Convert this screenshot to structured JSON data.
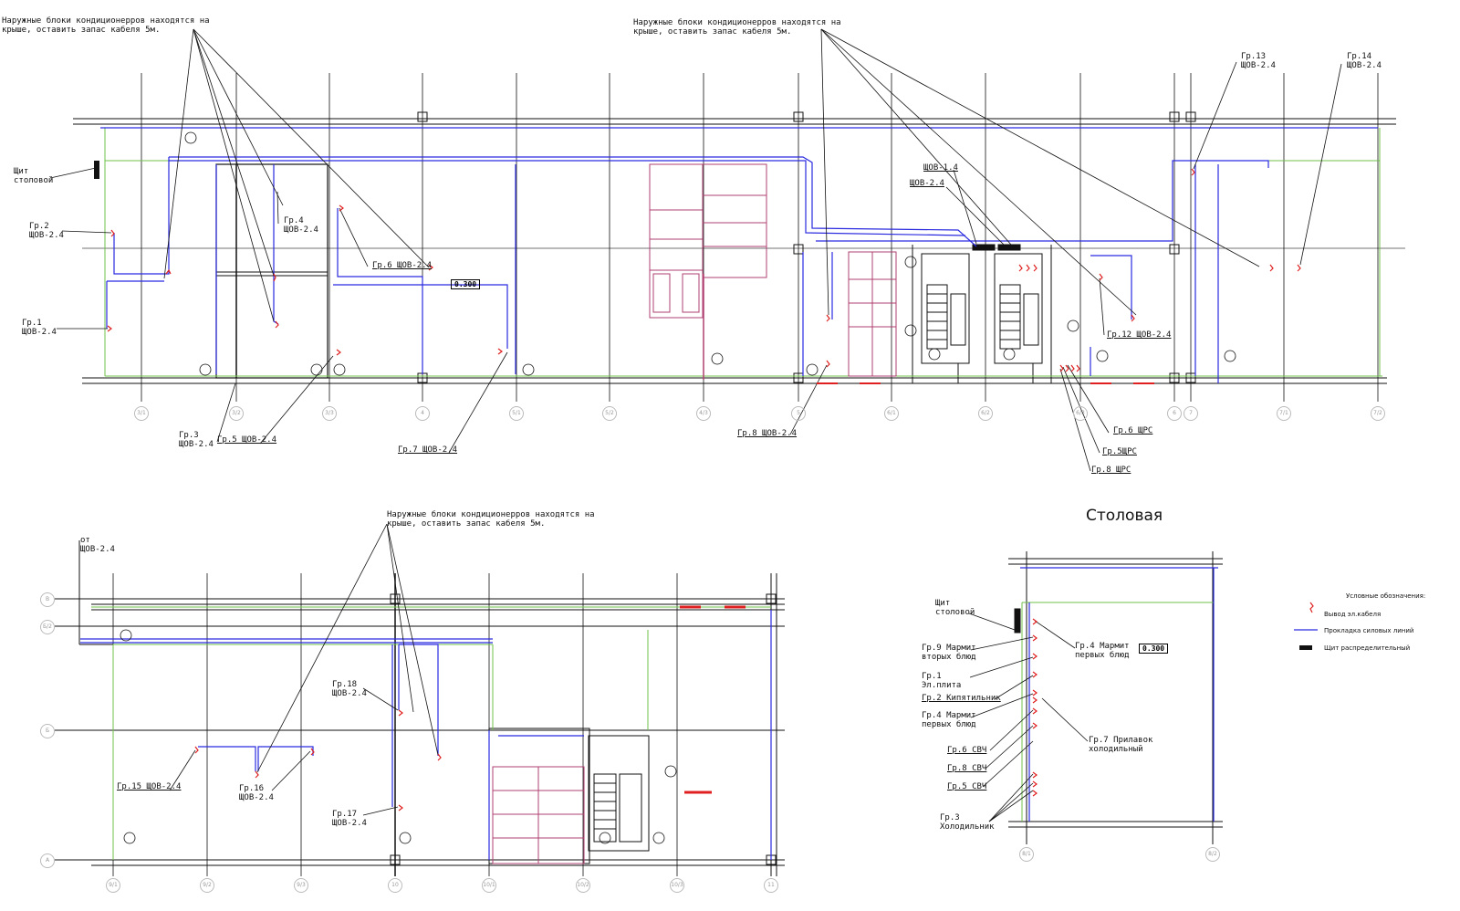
{
  "notes": {
    "outdoor_units": "Наружные блоки кондиционерров находятся на\nкрыше, оставить запас кабеля 5м."
  },
  "top_labels": {
    "panel": "Щит\nстоловой",
    "gr2": "Гр.2\nЩОВ-2.4",
    "gr1": "Гр.1\nЩОВ-2.4",
    "gr4": "Гр.4\nЩОВ-2.4",
    "gr6": "Гр.6 ЩОВ-2.4",
    "gr3": "Гр.3\nЩОВ-2.4",
    "gr5": "Гр.5 ЩОВ-2.4",
    "gr7": "Гр.7 ЩОВ-2.4",
    "gr8": "Гр.8 ЩОВ-2.4",
    "shov14": "ЩОВ-1.4",
    "shov24": "ЩОВ-2.4",
    "gr13": "Гр.13\nЩОВ-2.4",
    "gr14": "Гр.14\nЩОВ-2.4",
    "gr12": "Гр.12 ЩОВ-2.4",
    "gr6_shrs": "Гр.6 ЩРС",
    "gr5_shrs": "Гр.5ЩРС",
    "gr8_shrs": "Гр.8 ЩРС",
    "level": "0.300"
  },
  "axes_top": [
    "3/1",
    "3/2",
    "3/3",
    "4",
    "5/1",
    "5/2",
    "4/3",
    "5",
    "6/1",
    "6/2",
    "6/3",
    "6",
    "7",
    "7/1",
    "7/2"
  ],
  "axes_bottom": [
    "9/1",
    "9/2",
    "9/3",
    "10",
    "10/1",
    "10/2",
    "10/3",
    "11"
  ],
  "axes_rows": [
    "В",
    "Б/2",
    "Б",
    "А"
  ],
  "bottom_labels": {
    "from": "от\nЩОВ-2.4",
    "gr18": "Гр.18\nЩОВ-2.4",
    "gr15": "Гр.15 ЩОВ-2.4",
    "gr16": "Гр.16\nЩОВ-2.4",
    "gr17": "Гр.17\nЩОВ-2.4"
  },
  "canteen": {
    "title": "Столовая",
    "panel": "Щит\nстоловой",
    "gr9": "Гр.9 Мармит\nвторых блюд",
    "gr4a": "Гр.4 Мармит\nпервых блюд",
    "gr1": "Гр.1\nЭл.плита",
    "gr2": "Гр.2 Кипятильник",
    "gr4b": "Гр.4 Мармит\nпервых блюд",
    "gr7": "Гр.7 Прилавок\nхолодильный",
    "gr6": "Гр.6 СВЧ",
    "gr8": "Гр.8 СВЧ",
    "gr5": "Гр.5 СВЧ",
    "gr3": "Гр.3\nХолодильник",
    "level": "0.300",
    "axes": [
      "8/1",
      "8/2"
    ]
  },
  "legend": {
    "title": "Условные обозначения:",
    "items": [
      "Вывод эл.кабеля",
      "Прокладка силовых линий",
      "Щит распределительный"
    ]
  },
  "colors": {
    "power_line": "#2a2ae0",
    "wall": "#6cc14a",
    "cable_outlet": "#e02020",
    "plumbing": "#b04070",
    "ink": "#111111"
  }
}
